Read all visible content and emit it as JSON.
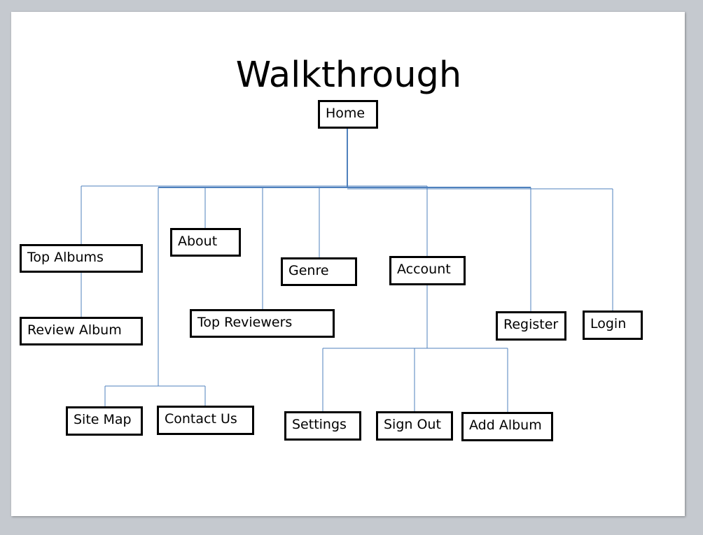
{
  "title": "Walkthrough",
  "nodes": {
    "home": "Home",
    "top_albums": "Top Albums",
    "review_album": "Review Album",
    "about": "About",
    "top_reviewers": "Top Reviewers",
    "genre": "Genre",
    "account": "Account",
    "register": "Register",
    "login": "Login",
    "site_map": "Site Map",
    "contact_us": "Contact Us",
    "settings": "Settings",
    "sign_out": "Sign Out",
    "add_album": "Add Album"
  },
  "colors": {
    "connector": "#4f81bd",
    "box_border": "#000000"
  }
}
